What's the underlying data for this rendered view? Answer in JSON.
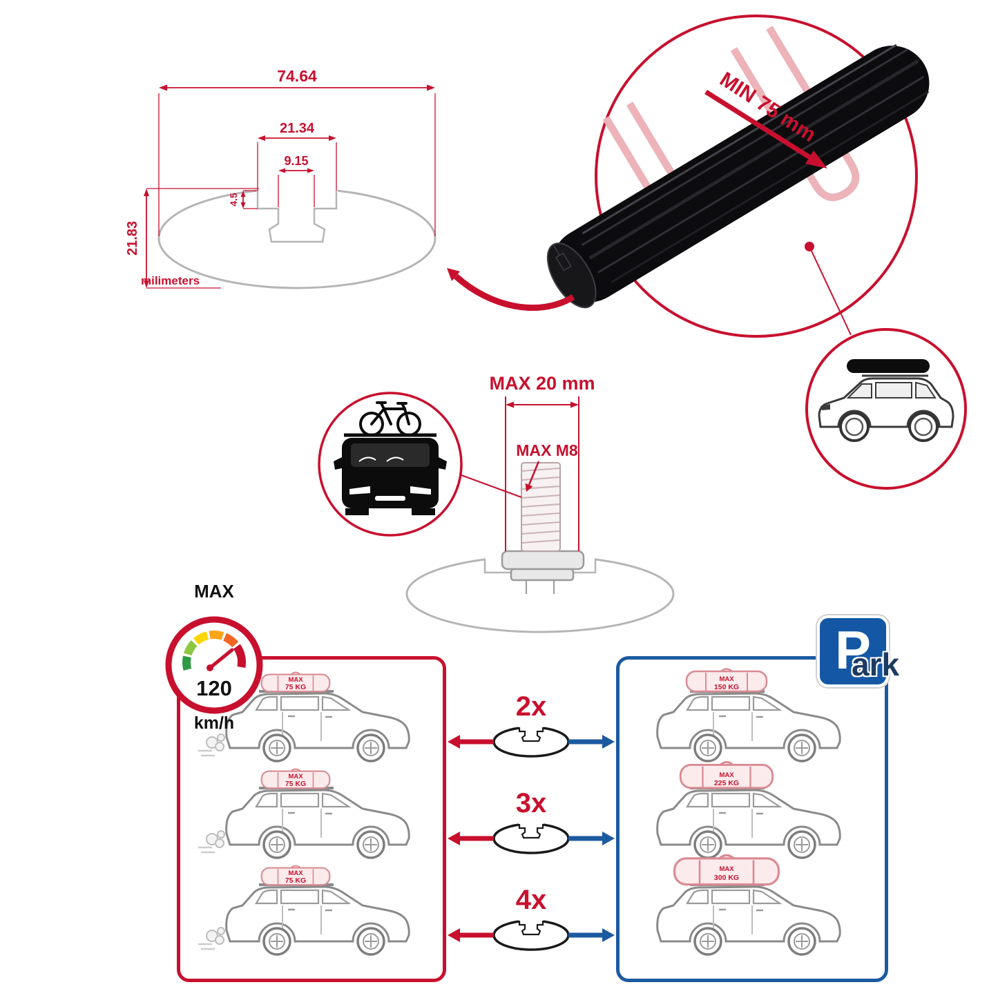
{
  "colors": {
    "accent_red": "#c8102e",
    "accent_blue": "#1c5aa0",
    "navy_text": "#1c3b63",
    "outline_gray": "#b5b5b5",
    "bar_black": "#0c0c0e",
    "cargo_pink": "#fcebec"
  },
  "icons": {
    "speedometer": "gauge-dial",
    "parking": "P-sign",
    "car_front_with_bike": "car-front-bike-silhouette",
    "suv_with_roofbox": "suv-side-roofbox",
    "crossbar_section": "crossbar-cross-section-ellipse"
  },
  "dimension_diagram": {
    "width_total": "74.64",
    "width_channel": "21.34",
    "width_slot": "9.15",
    "depth_step": "4.5",
    "height_total": "21.83",
    "units_label": "milimeters"
  },
  "crossbar_detail": {
    "clamp_min_label": "MIN 75 mm"
  },
  "bolt_detail": {
    "max_length_label": "MAX 20 mm",
    "max_thread_label": "MAX M8"
  },
  "speed_limit": {
    "title": "MAX",
    "value": "120",
    "unit": "km/h"
  },
  "capacity": {
    "multipliers": [
      "2x",
      "3x",
      "4x"
    ],
    "left_rows": [
      {
        "line1": "MAX",
        "line2": "75 KG"
      },
      {
        "line1": "MAX",
        "line2": "75 KG"
      },
      {
        "line1": "MAX",
        "line2": "75 KG"
      }
    ],
    "right_rows": [
      {
        "line1": "MAX",
        "line2": "150 KG"
      },
      {
        "line1": "MAX",
        "line2": "225 KG"
      },
      {
        "line1": "MAX",
        "line2": "300 KG"
      }
    ]
  },
  "parking_sign": {
    "letter": "P",
    "suffix": "ark"
  }
}
